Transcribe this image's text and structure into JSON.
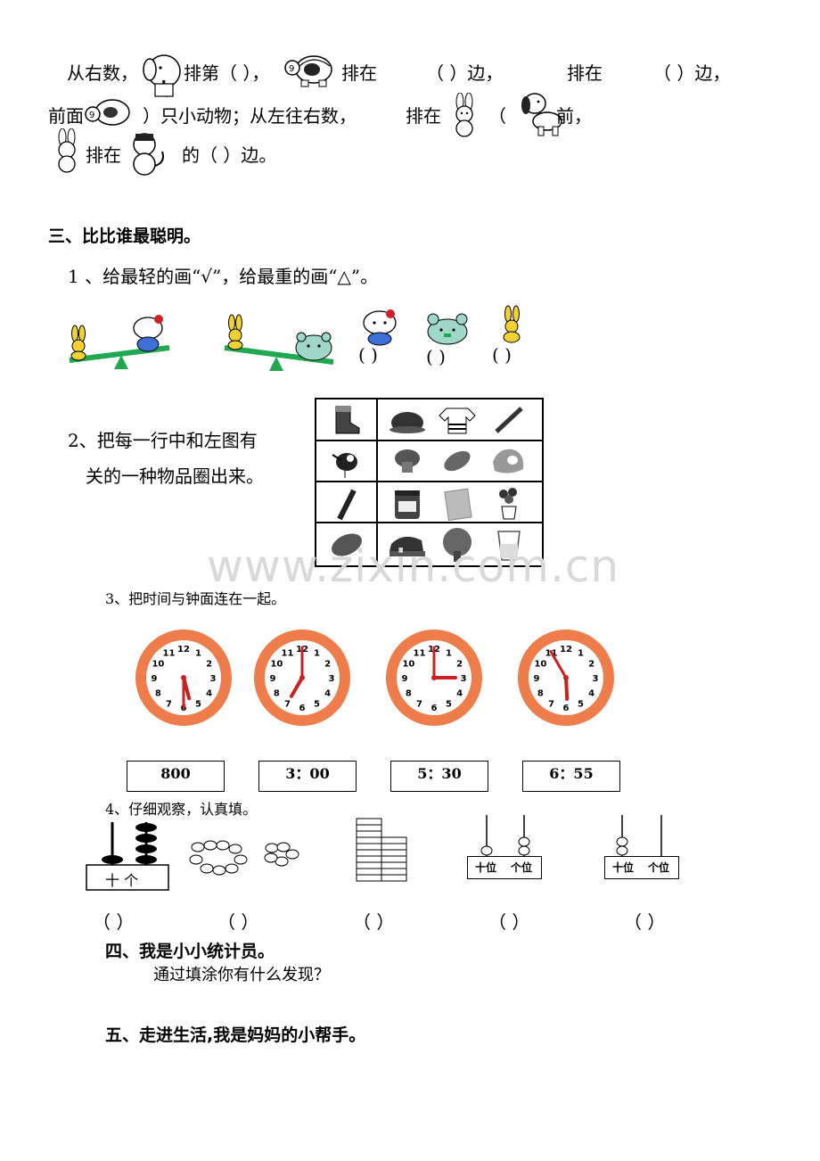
{
  "order_section": {
    "line1_a": "从右数，",
    "line1_b": "排第（   ），",
    "line1_c": "排在",
    "line1_d": "（   ）边，",
    "line1_e": "排在",
    "line1_f": "（   ）边，",
    "line2_a": "前面",
    "line2_b": "）只小动物；从左往右数，",
    "line2_c": "排在",
    "line2_d": "（",
    "line2_e": "前，",
    "line3_a": "排在",
    "line3_b": "的（   ）边。"
  },
  "section3": {
    "title": "三、比比谁最聪明。",
    "q1": "1 、给最轻的画“√”，给最重的画“△”。",
    "q1_blanks": [
      "(    )",
      "(    )",
      "(    )"
    ],
    "q2_line1": "2、把每一行中和左图有",
    "q2_line2": "关的一种物品圈出来。",
    "q3": "3、把时间与钟面连在一起。",
    "clock_numbers": [
      "12",
      "1",
      "2",
      "3",
      "4",
      "5",
      "6",
      "7",
      "8",
      "9",
      "10",
      "11"
    ],
    "clocks": [
      {
        "hour": 5.5,
        "minute": 30
      },
      {
        "hour": 7.0,
        "minute": 0
      },
      {
        "hour": 3.0,
        "minute": 0
      },
      {
        "hour": 5.9,
        "minute": 55
      }
    ],
    "time_labels": [
      "800",
      "3：00",
      "5：30",
      "6：55"
    ],
    "q4": "4、仔细观察，认真填。",
    "abacus1_label": "十    个",
    "abacus_label_tens": "十位",
    "abacus_label_ones": "个位",
    "q4_blanks": [
      "（    ）",
      "（    ）",
      "（    ）",
      "（    ）",
      "（    ）"
    ]
  },
  "section4": {
    "title": "四、我是小小统计员。",
    "sub": "通过填涂你有什么发现？"
  },
  "section5": {
    "title": "五、走进生活,我是妈妈的小帮手。"
  },
  "watermark": "www.zixin.com.cn",
  "colors": {
    "clock_ring": "#ee7d4b",
    "hand": "#cc1f1f",
    "seesaw": "#1fa84f",
    "rabbit": "#f2d232"
  }
}
